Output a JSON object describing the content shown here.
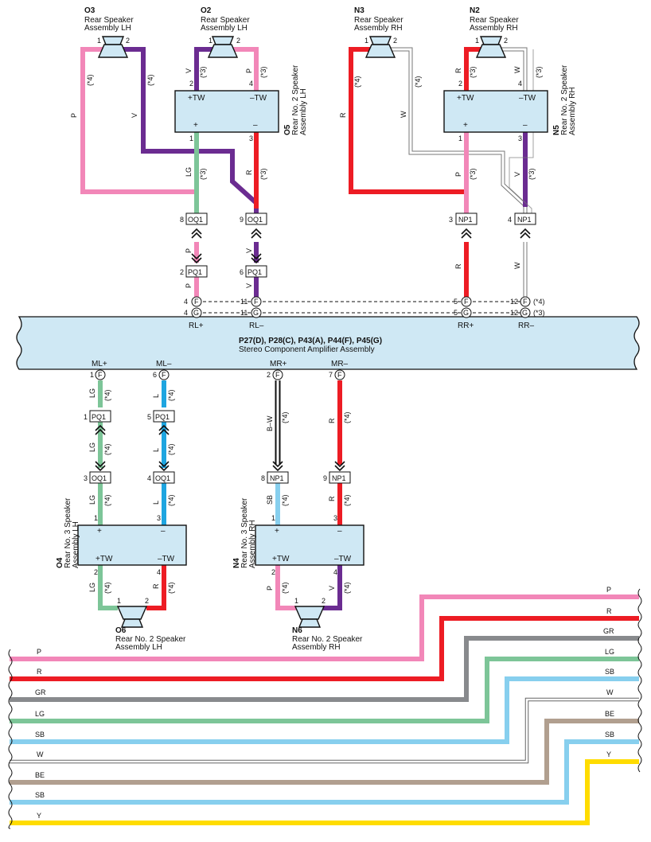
{
  "colors": {
    "P": "#f287b8",
    "R": "#ed1c24",
    "V": "#6b2c91",
    "LG": "#7dc598",
    "L": "#1ea5e0",
    "SB": "#87cfee",
    "GR": "#888a8d",
    "BE": "#b19f8f",
    "Y": "#ffdc00",
    "W": "#ffffff",
    "component_fill": "#cfe8f4"
  },
  "speakers": {
    "o3": {
      "code": "O3",
      "name_lines": [
        "Rear Speaker",
        "Assembly LH"
      ],
      "pins": [
        "1",
        "2"
      ]
    },
    "o2": {
      "code": "O2",
      "name_lines": [
        "Rear Speaker",
        "Assembly LH"
      ],
      "pins": [
        "1",
        "2"
      ]
    },
    "n3": {
      "code": "N3",
      "name_lines": [
        "Rear Speaker",
        "Assembly RH"
      ],
      "pins": [
        "1",
        "2"
      ]
    },
    "n2": {
      "code": "N2",
      "name_lines": [
        "Rear Speaker",
        "Assembly RH"
      ],
      "pins": [
        "1",
        "2"
      ]
    },
    "o6": {
      "code": "O6",
      "name_lines": [
        "Rear No. 2 Speaker",
        "Assembly LH"
      ],
      "pins": [
        "1",
        "2"
      ]
    },
    "n6": {
      "code": "N6",
      "name_lines": [
        "Rear No. 2 Speaker",
        "Assembly RH"
      ],
      "pins": [
        "1",
        "2"
      ]
    }
  },
  "assemblies": {
    "o5": {
      "code": "O5",
      "name_lines": [
        "Rear No. 2 Speaker",
        "Assembly LH"
      ],
      "tw_plus": "+TW",
      "tw_minus": "–TW",
      "plus": "+",
      "minus": "–",
      "pins": [
        "2",
        "4",
        "1",
        "3"
      ]
    },
    "n5": {
      "code": "N5",
      "name_lines": [
        "Rear No. 2 Speaker",
        "Assembly RH"
      ],
      "tw_plus": "+TW",
      "tw_minus": "–TW",
      "plus": "+",
      "minus": "–",
      "pins": [
        "2",
        "4",
        "1",
        "3"
      ]
    },
    "o4": {
      "code": "O4",
      "name_lines": [
        "Rear No. 3 Speaker",
        "Assembly LH"
      ],
      "tw_plus": "+TW",
      "tw_minus": "–TW",
      "plus": "+",
      "minus": "–",
      "pins": [
        "1",
        "3",
        "2",
        "4"
      ]
    },
    "n4": {
      "code": "N4",
      "name_lines": [
        "Rear No. 3 Speaker",
        "Assembly RH"
      ],
      "tw_plus": "+TW",
      "tw_minus": "–TW",
      "plus": "+",
      "minus": "–",
      "pins": [
        "1",
        "3",
        "2",
        "4"
      ]
    }
  },
  "amplifier": {
    "title": "P27(D), P28(C), P43(A), P44(F), P45(G)",
    "name": "Stereo Component Amplifier Assembly",
    "terminals_top": [
      "RL+",
      "RL–",
      "RR+",
      "RR–"
    ],
    "terminals_bottom": [
      "ML+",
      "ML–",
      "MR+",
      "MR–"
    ]
  },
  "connectors": {
    "oq1": "OQ1",
    "pq1": "PQ1",
    "np1": "NP1"
  },
  "amp_pins": {
    "f": "F",
    "g": "G",
    "top_f": [
      "4",
      "11",
      "5",
      "12"
    ],
    "top_g": [
      "4",
      "11",
      "5",
      "12"
    ],
    "bottom": [
      "1",
      "6",
      "2",
      "7"
    ],
    "notes": [
      "(*4)",
      "(*3)"
    ]
  },
  "wire_labels": {
    "P": "P",
    "V": "V",
    "R": "R",
    "W": "W",
    "LG": "LG",
    "L": "L",
    "SB": "SB",
    "BW": "B–W",
    "n3": "(*3)",
    "n4": "(*4)"
  },
  "pin_numbers": {
    "n1": "1",
    "n2": "2",
    "n3": "3",
    "n4": "4",
    "n5": "5",
    "n6": "6",
    "n7": "7",
    "n8": "8",
    "n9": "9"
  },
  "legend": {
    "right": [
      "P",
      "R",
      "GR",
      "LG",
      "SB",
      "W",
      "BE",
      "SB",
      "Y"
    ],
    "left": [
      "P",
      "R",
      "GR",
      "LG",
      "SB",
      "W",
      "BE",
      "SB",
      "Y"
    ]
  }
}
